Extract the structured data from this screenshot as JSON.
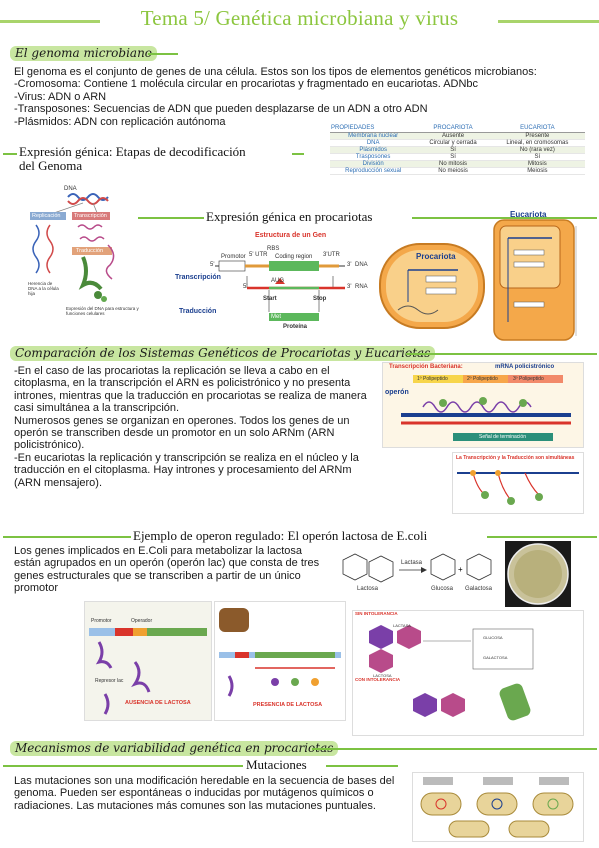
{
  "title": "Tema 5/ Genética microbiana y virus",
  "genoma": {
    "heading": "El genoma microbiano",
    "lines": [
      "El genoma es el conjunto de genes de una célula. Estos son los tipos de elementos genéticos microbianos:",
      "-Cromosoma: Contiene 1 molécula circular en procariotas y fragmentado en eucariotas. ADNbc",
      "-Virus: ADN o ARN",
      "-Transposones: Secuencias de ADN que pueden desplazarse de un ADN a otro ADN",
      "-Plásmidos: ADN con replicación autónoma"
    ]
  },
  "props_table": {
    "headers": [
      "PROPIEDADES",
      "PROCARIOTA",
      "EUCARIOTA"
    ],
    "rows": [
      [
        "Membrana nuclear",
        "Ausente",
        "Presente"
      ],
      [
        "DNA",
        "Circular y cerrada",
        "Lineal, en cromosomas"
      ],
      [
        "Plásmidos",
        "Sí",
        "No (rara vez)"
      ],
      [
        "Trasposones",
        "Sí",
        "Sí"
      ],
      [
        "División",
        "No mitosis",
        "Mitosis"
      ],
      [
        "Reproducción sexual",
        "No meiosis",
        "Meiosis"
      ]
    ]
  },
  "expresion": {
    "heading_l1": "Expresión génica: Etapas de decodificación",
    "heading_l2": "del Genoma",
    "fig": {
      "dna": "DNA",
      "replicacion": "Replicación",
      "transcripcion": "Transcripción",
      "traduccion": "Traducción",
      "herencia": "Herencia de DNA a la célula hija",
      "expresion_dna": "Expresión del DNA para estructura y funciones celulares"
    }
  },
  "procariotas": {
    "heading": "Expresión génica en procariotas",
    "gen_fig": {
      "title": "Estructura de un Gen",
      "promotor": "Promotor",
      "coding": "Coding region",
      "utr5": "5' UTR",
      "utr3": "3'UTR",
      "rbs": "RBS",
      "dna": "DNA",
      "rna": "RNA",
      "transcripcion": "Transcripción",
      "traduccion": "Traducción",
      "aug": "AUG",
      "start": "Start",
      "stop": "Stop",
      "met": "Met",
      "proteina": "Proteína",
      "p5": "5'",
      "p3": "3'"
    },
    "procariota_label": "Procariota",
    "eucariota_label": "Eucariota"
  },
  "comparacion": {
    "heading": "Comparación de los Sistemas Genéticos de Procariotas y Eucariotas",
    "lines": [
      "-En el caso de las procariotas la replicación se lleva a cabo en el",
      "citoplasma, en la transcripción el ARN es policistrónico y no presenta",
      "intrones, mientras que la traducción en procariotas se realiza de manera",
      "casi simultánea a la transcripción.",
      "Numerosos genes se organizan en operones. Todos los genes de un",
      "operón se transcriben desde un promotor en un solo ARNm (ARN",
      "policistrónico).",
      "-En eucariotas la replicación y transcripción se realiza en el núcleo y la",
      "traducción en el citoplasma. Hay intrones y procesamiento del ARNm",
      "(ARN mensajero)."
    ],
    "fig1": {
      "title": "Transcripción Bacteriana:",
      "title2": "mRNA policistrónico",
      "operon": "operón",
      "pol1": "1º Polipeptido",
      "pol2": "2º Polipeptido",
      "pol3": "3º Polipeptido",
      "senal": "Señal de terminación"
    },
    "fig2": {
      "title": "La Transcripción y la Traducción son simultáneas"
    }
  },
  "operon": {
    "heading": "Ejemplo de operon regulado: El operón lactosa de E.coli",
    "lines": [
      "Los genes implicados en E.Coli para metabolizar la lactosa",
      "están agrupados en un operón (operón lac) que consta de tres",
      "genes estructurales que se transcriben a partir de un único",
      "promotor"
    ],
    "reaction": {
      "lactosa": "Lactosa",
      "enzima": "Lactasa",
      "glucosa": "Glucosa",
      "galactosa": "Galactosa"
    },
    "fig_left": {
      "ausencia": "AUSENCIA DE LACTOSA",
      "presencia": "PRESENCIA DE LACTOSA",
      "promotor": "Promotor",
      "operador": "Operador",
      "represor": "Represor lac"
    },
    "fig_right": {
      "sin": "SIN INTOLERANCIA",
      "con": "CON INTOLERANCIA",
      "lactosa": "LACTOSA",
      "lactasa": "LACTASA",
      "glucosa": "GLUCOSA",
      "galactosa": "GALACTOSA"
    }
  },
  "variabilidad": {
    "heading": "Mecanismos de variabilidad genética en procariotas",
    "subheading": "Mutaciones",
    "lines": [
      "Las mutaciones son una modificación heredable en la secuencia de bases del",
      "genoma. Pueden ser espontáneas o inducidas por mutágenos químicos o",
      "radiaciones. Las mutaciones más comunes son las mutaciones puntuales."
    ]
  },
  "colors": {
    "accent_green": "#8cc63f",
    "highlight_green": "#c8e6a0",
    "dna_blue": "#1b3f8f",
    "gene_green": "#5cb85c",
    "gene_red": "#d9342b"
  }
}
